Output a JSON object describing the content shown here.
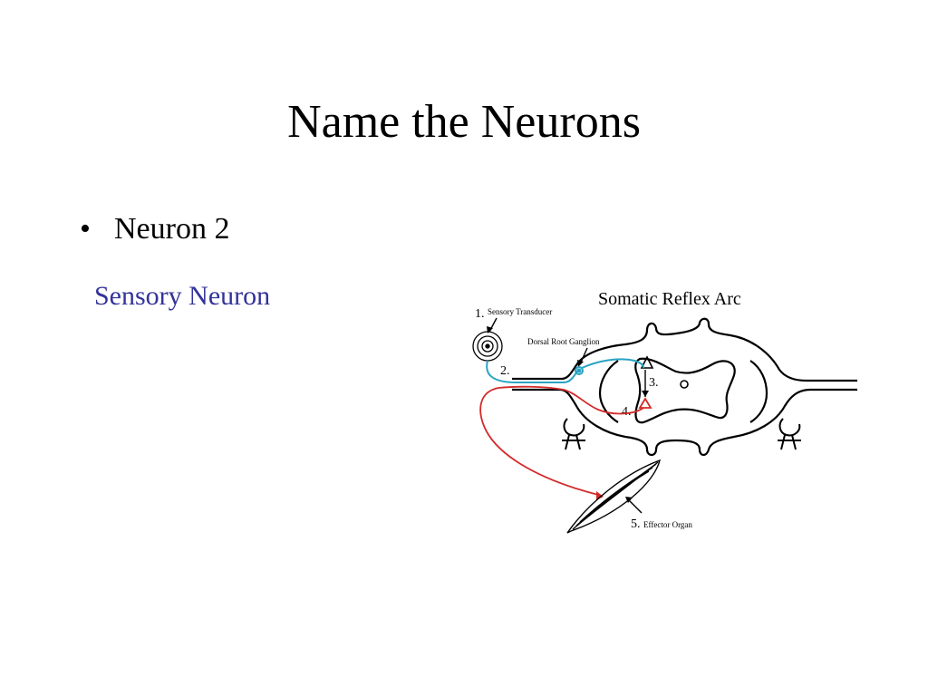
{
  "slide": {
    "title": "Name the Neurons",
    "bullet": "Neuron 2",
    "answer": "Sensory Neuron"
  },
  "diagram": {
    "title": "Somatic Reflex Arc",
    "labels": {
      "n1": "1.",
      "sensory_transducer": "Sensory Transducer",
      "dorsal_root_ganglion": "Dorsal Root Ganglion",
      "n2": "2.",
      "n3": "3.",
      "n4": "4.",
      "n5": "5.",
      "effector_organ": "Effector Organ"
    },
    "colors": {
      "sensory": "#2aa3c4",
      "motor": "#d42a2a",
      "outline": "#000000",
      "answer_text": "#33339a"
    }
  }
}
